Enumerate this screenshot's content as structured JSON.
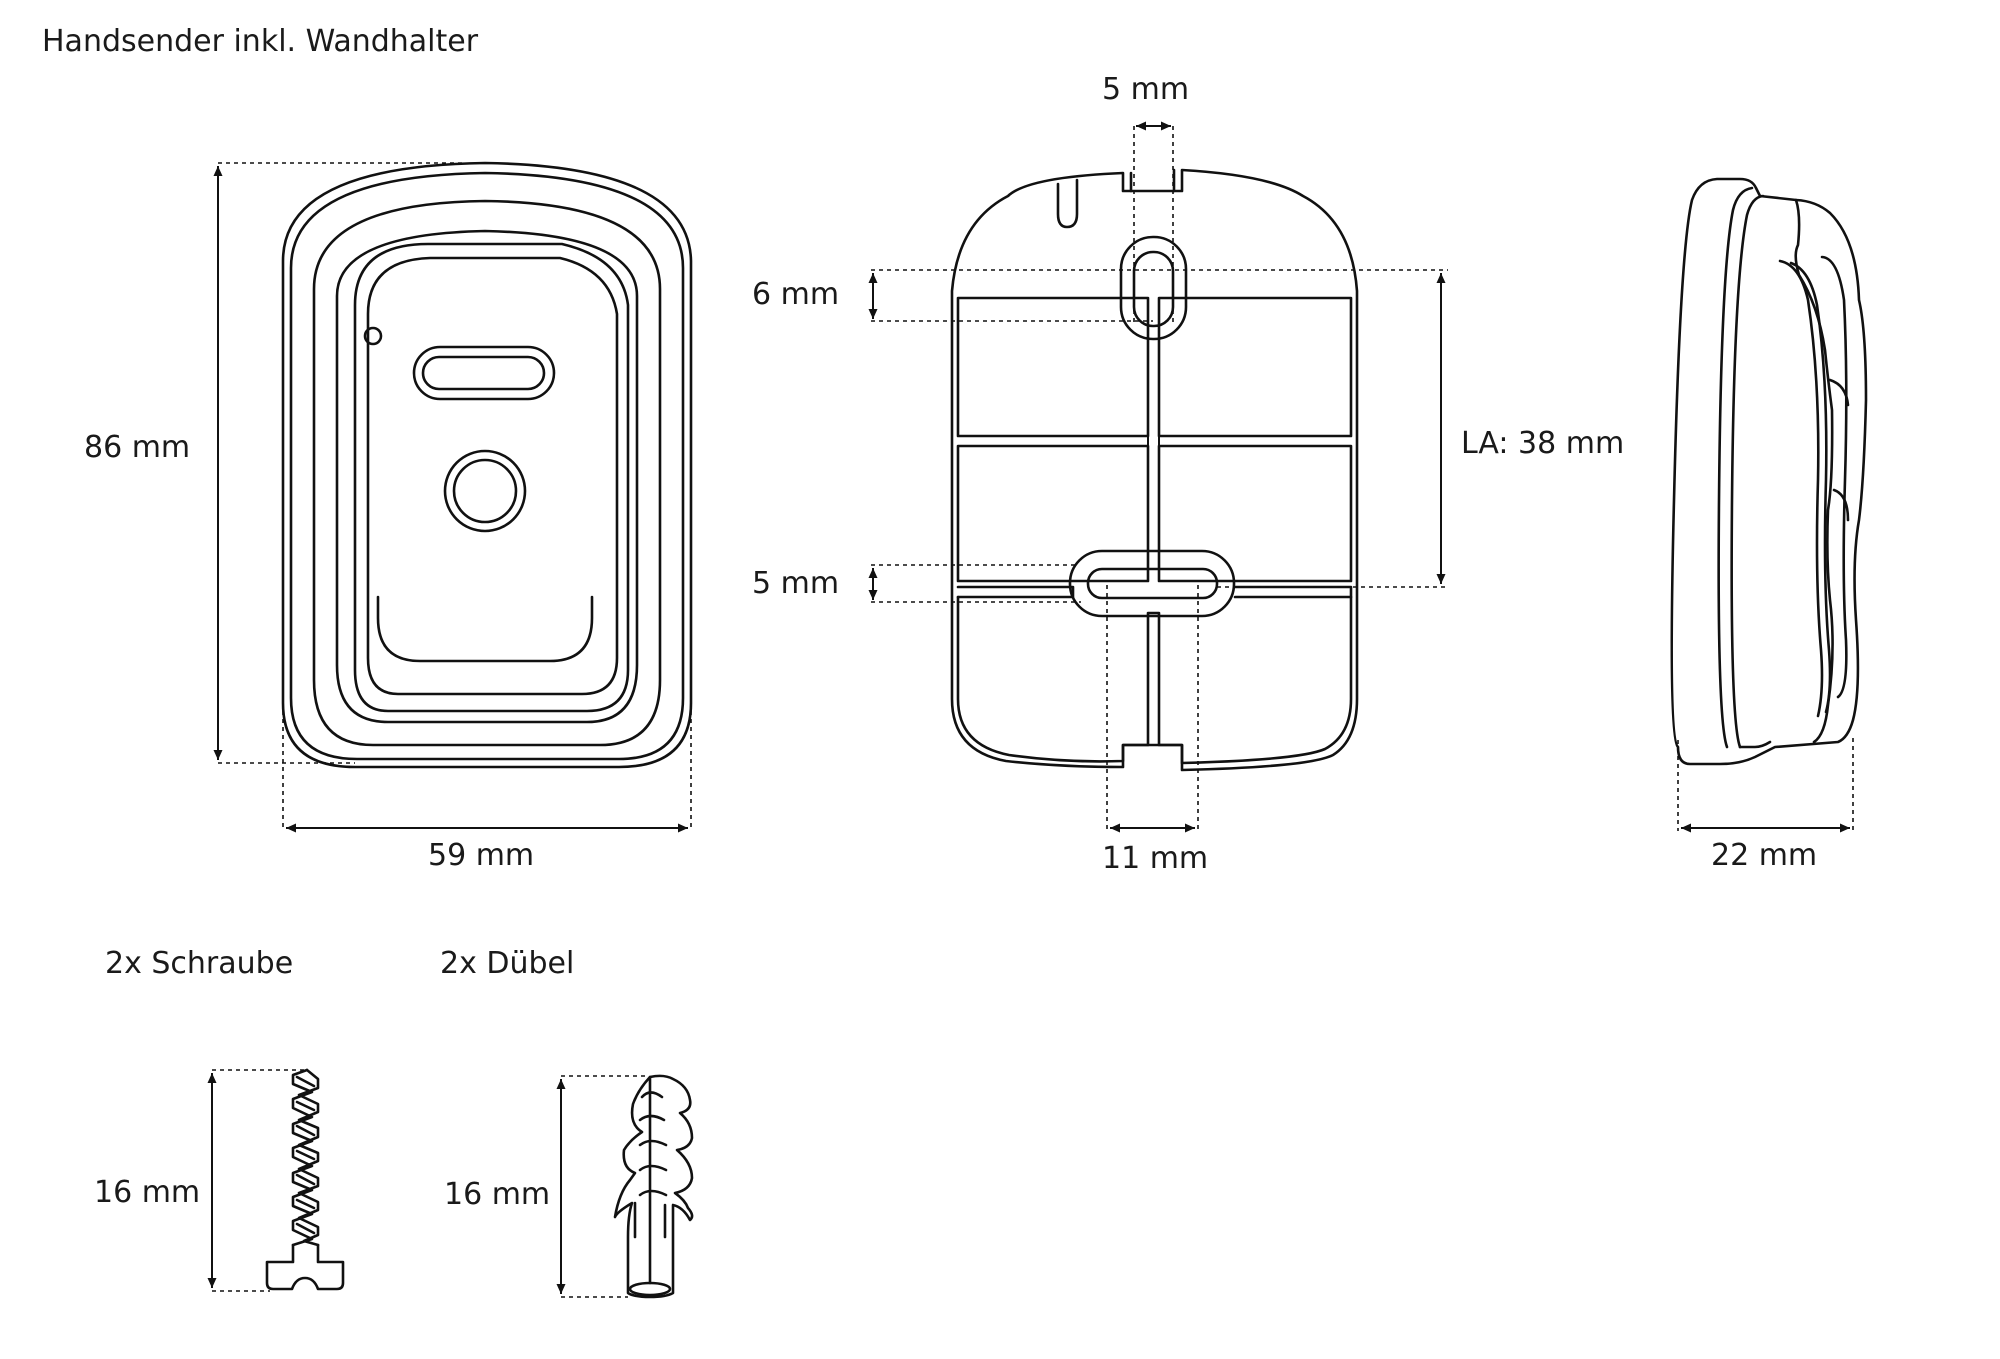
{
  "title": "Handsender inkl. Wandhalter",
  "dimensions": {
    "front_height": "86 mm",
    "front_width": "59 mm",
    "slot_top_width": "5 mm",
    "slot_top_height": "6 mm",
    "slot_bottom_height": "5 mm",
    "hole_spacing": "LA: 38 mm",
    "slot_bottom_width": "11 mm",
    "side_depth": "22 mm",
    "screw_length": "16 mm",
    "dowel_length": "16 mm"
  },
  "accessories": {
    "screw_label": "2x Schraube",
    "dowel_label": "2x Dübel"
  }
}
